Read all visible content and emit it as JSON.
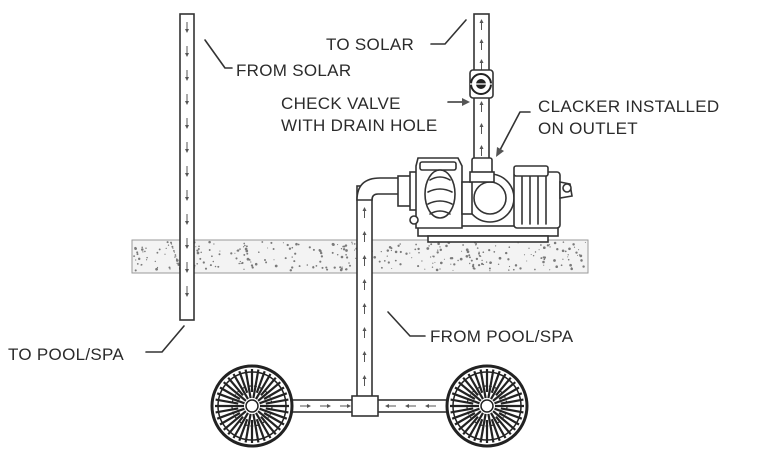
{
  "labels": {
    "to_solar": "TO SOLAR",
    "from_solar": "FROM SOLAR",
    "check_valve_line1": "CHECK VALVE",
    "check_valve_line2": "WITH DRAIN HOLE",
    "clacker_line1": "CLACKER INSTALLED",
    "clacker_line2": "ON OUTLET",
    "to_pool_spa": "TO POOL/SPA",
    "from_pool_spa": "FROM POOL/SPA"
  },
  "colors": {
    "ink": "#333333",
    "ground": "#f3f3f3",
    "background": "#ffffff"
  }
}
